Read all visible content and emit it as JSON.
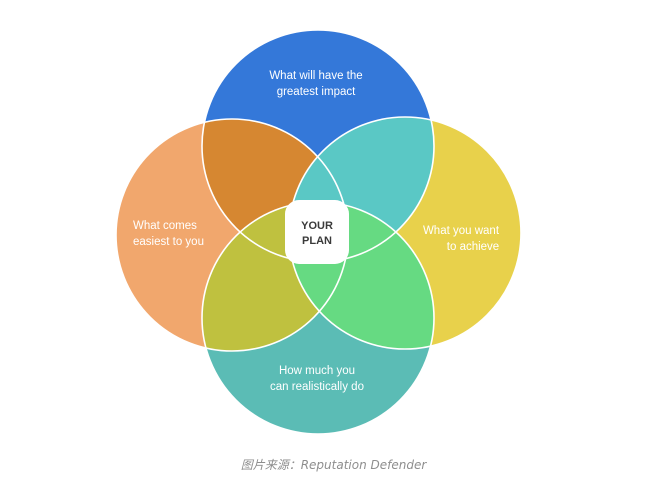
{
  "diagram": {
    "center_label": [
      "YOUR",
      "PLAN"
    ],
    "circles": [
      {
        "id": "top",
        "label": [
          "What will have the",
          "greatest impact"
        ],
        "color": "#3478d9"
      },
      {
        "id": "left",
        "label": [
          "What comes",
          "easiest to you"
        ],
        "color": "#f1a76d"
      },
      {
        "id": "right",
        "label": [
          "What you want",
          "to achieve"
        ],
        "color": "#e8d14b"
      },
      {
        "id": "bottom",
        "label": [
          "How much you",
          "can realistically do"
        ],
        "color": "#5bbcb5"
      }
    ],
    "overlap_colors": {
      "top_left": "#d68731",
      "top_right": "#5ac8c5",
      "left_bottom": "#bfc13f",
      "right_bottom": "#66da82",
      "center_ring": "#ffffff"
    }
  },
  "caption": "图片来源：Reputation Defender"
}
